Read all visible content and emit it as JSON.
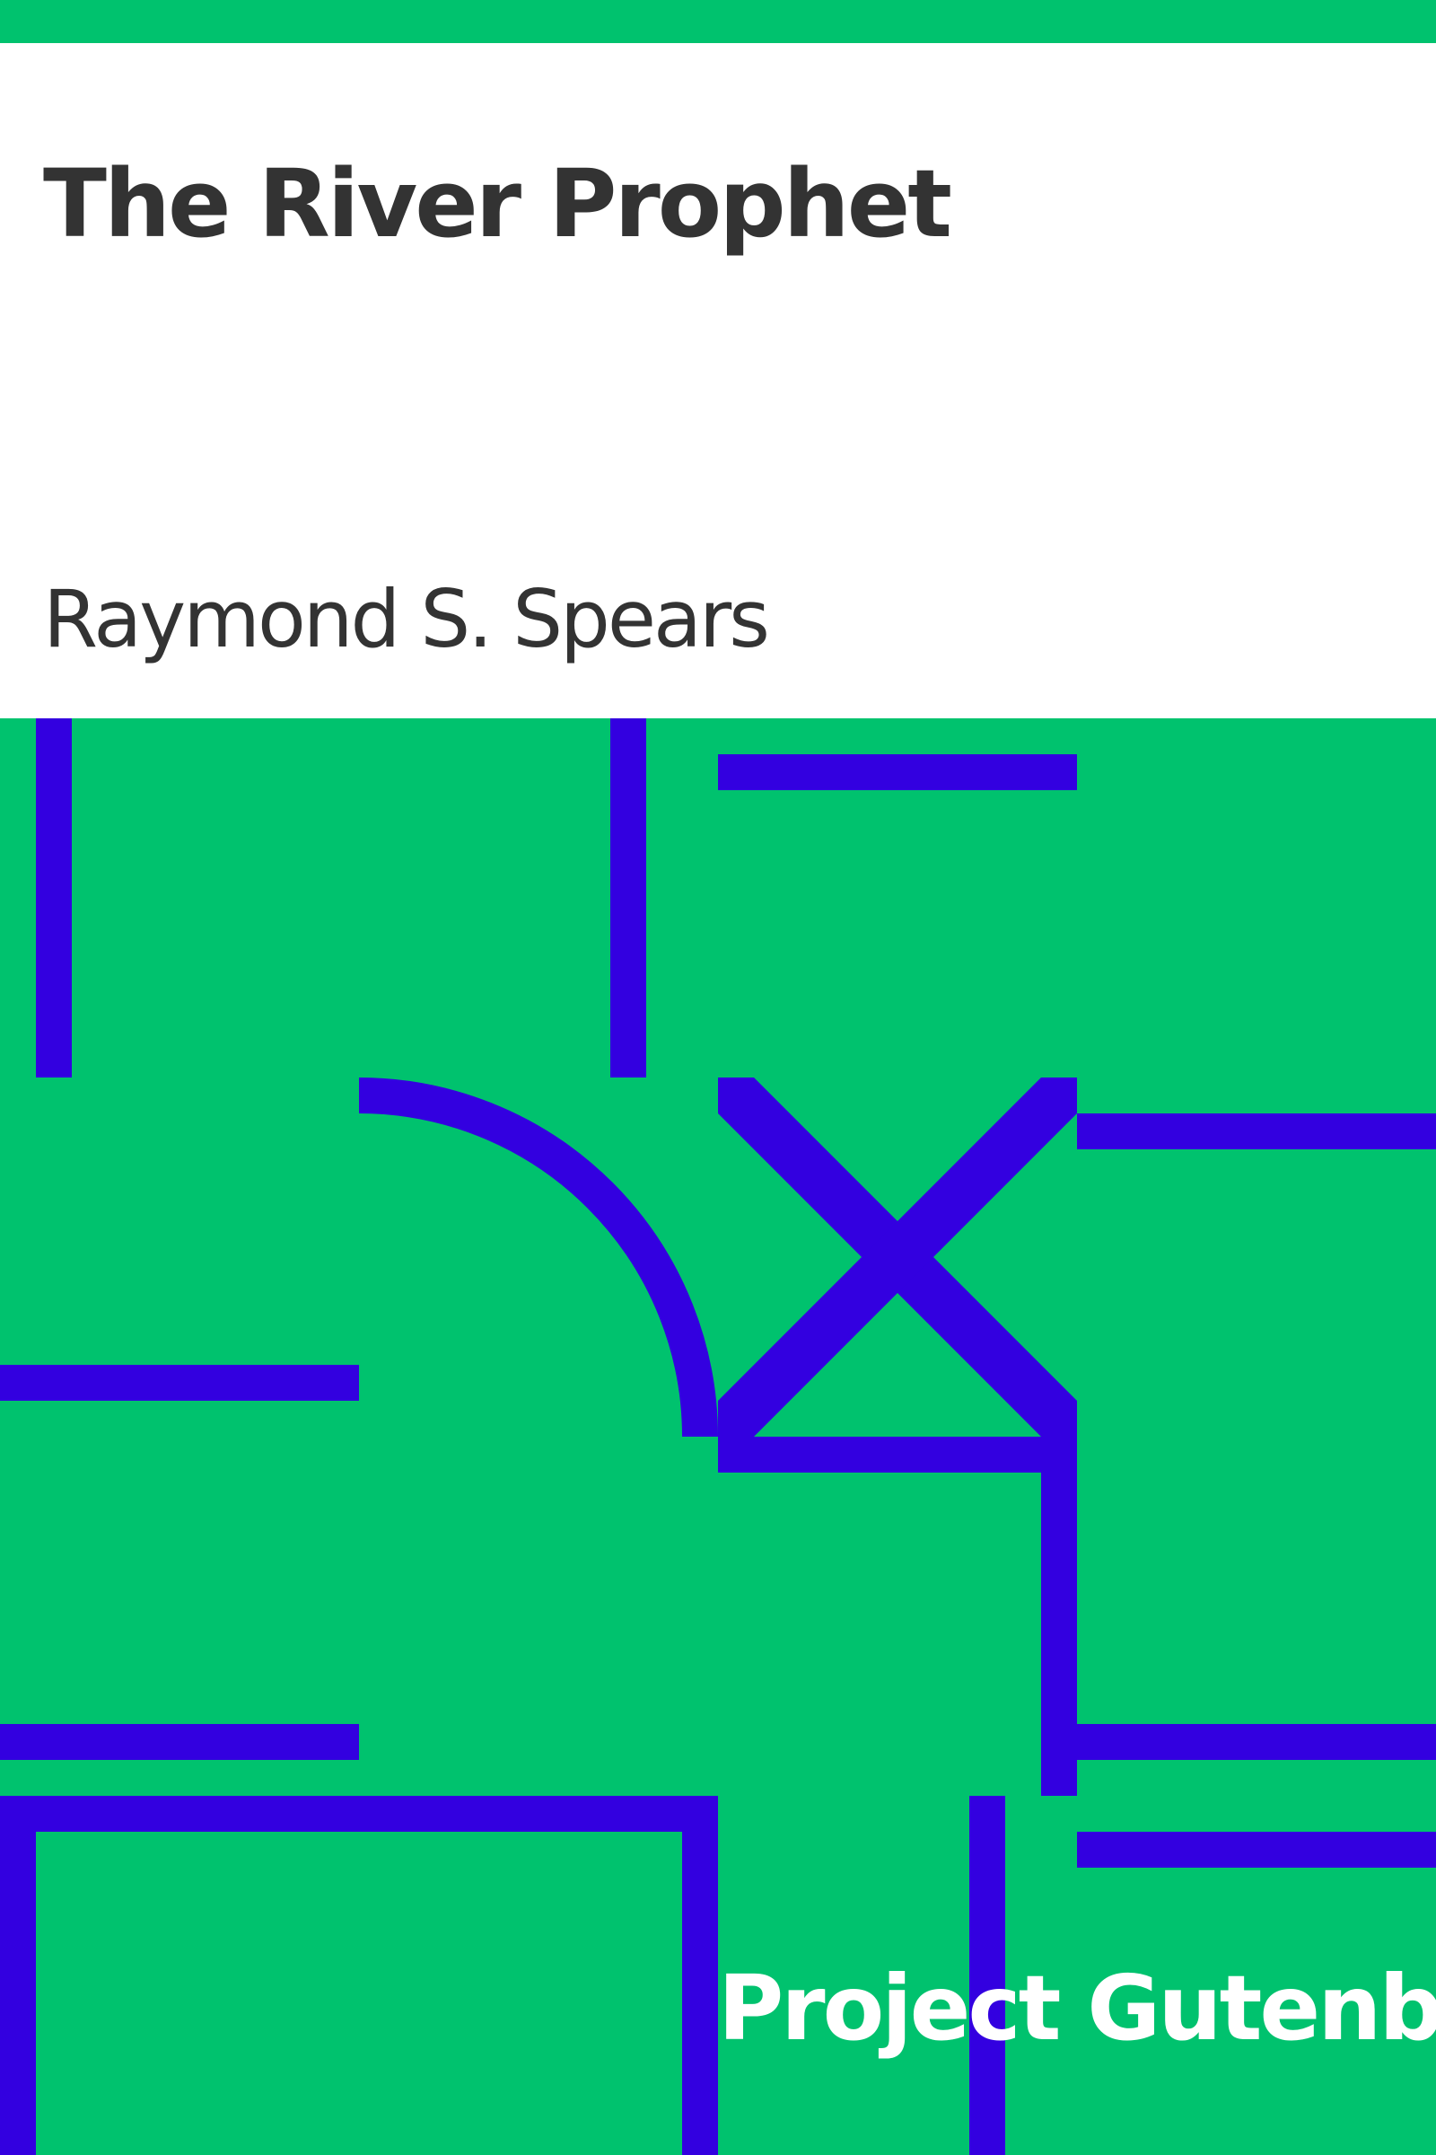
{
  "cover": {
    "title": "The River Prophet",
    "author": "Raymond S. Spears",
    "publisher": "Project Gutenberg"
  },
  "colors": {
    "background": "#00c26e",
    "pattern": "#3300e0",
    "panel": "#ffffff",
    "title_text": "#333333",
    "publisher_text": "#ffffff"
  }
}
